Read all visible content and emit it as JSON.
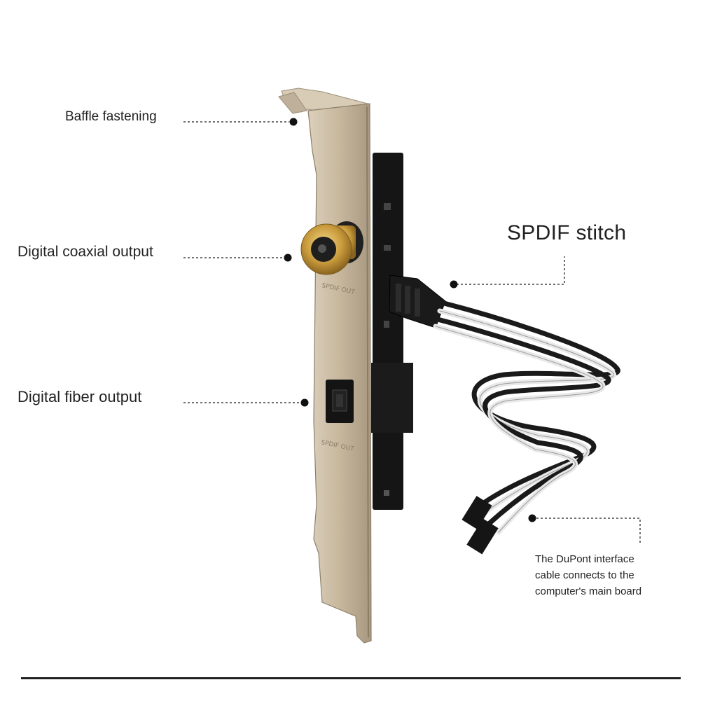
{
  "labels": {
    "baffle": "Baffle fastening",
    "coax": "Digital coaxial output",
    "fiber": "Digital fiber output",
    "spdif": "SPDIF stitch",
    "dupont_lines": [
      "The DuPont interface",
      "cable connects to the",
      "computer's main board"
    ]
  },
  "bracket_marks": {
    "coax_mark": "SPDIF OUT",
    "fiber_mark": "SPDIF OUT"
  },
  "colors": {
    "bracket": "#c9bba3",
    "pcb": "#141414",
    "gold_jack": "#c9a04a",
    "cable_black": "#1a1a1a",
    "cable_white": "#e8e8e8"
  }
}
